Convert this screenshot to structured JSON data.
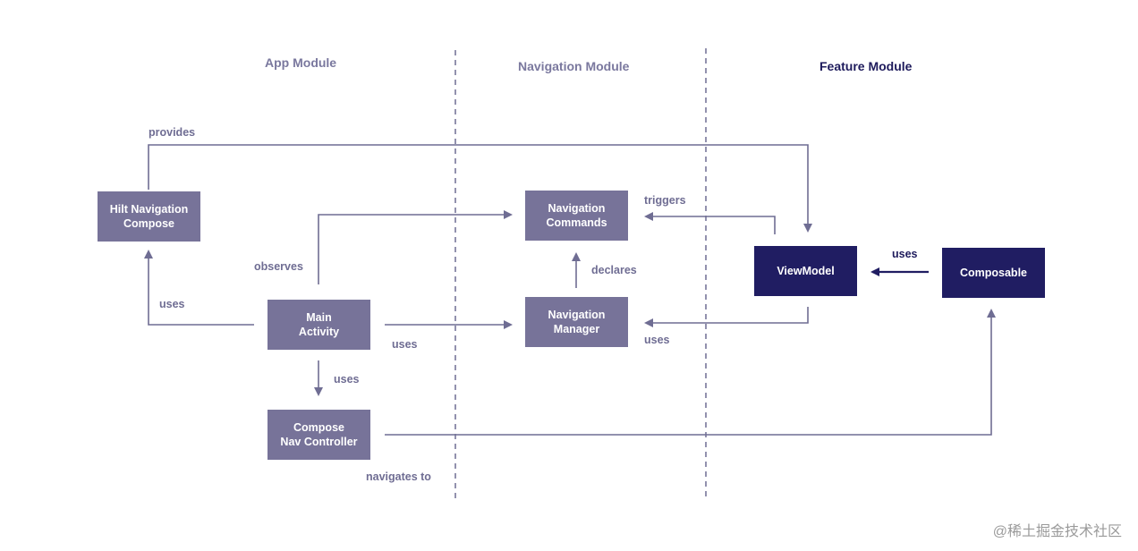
{
  "sections": {
    "app": "App Module",
    "navigation": "Navigation Module",
    "feature": "Feature Module"
  },
  "nodes": {
    "hilt": "Hilt Navigation\nCompose",
    "main": "Main\nActivity",
    "compose_nav": "Compose\nNav Controller",
    "nav_commands": "Navigation\nCommands",
    "nav_manager": "Navigation\nManager",
    "viewmodel": "ViewModel",
    "composable": "Composable"
  },
  "edges": {
    "provides": "provides",
    "uses_hilt": "uses",
    "observes": "observes",
    "uses_manager": "uses",
    "uses_nav_controller": "uses",
    "navigates_to": "navigates to",
    "triggers": "triggers",
    "declares": "declares",
    "uses_vm_manager": "uses",
    "uses_composable_vm": "uses"
  },
  "watermark": "@稀土掘金技术社区",
  "colors": {
    "light_box": "#777399",
    "dark_box": "#201d62",
    "line": "#6f6d93",
    "dark_line": "#201d62"
  }
}
